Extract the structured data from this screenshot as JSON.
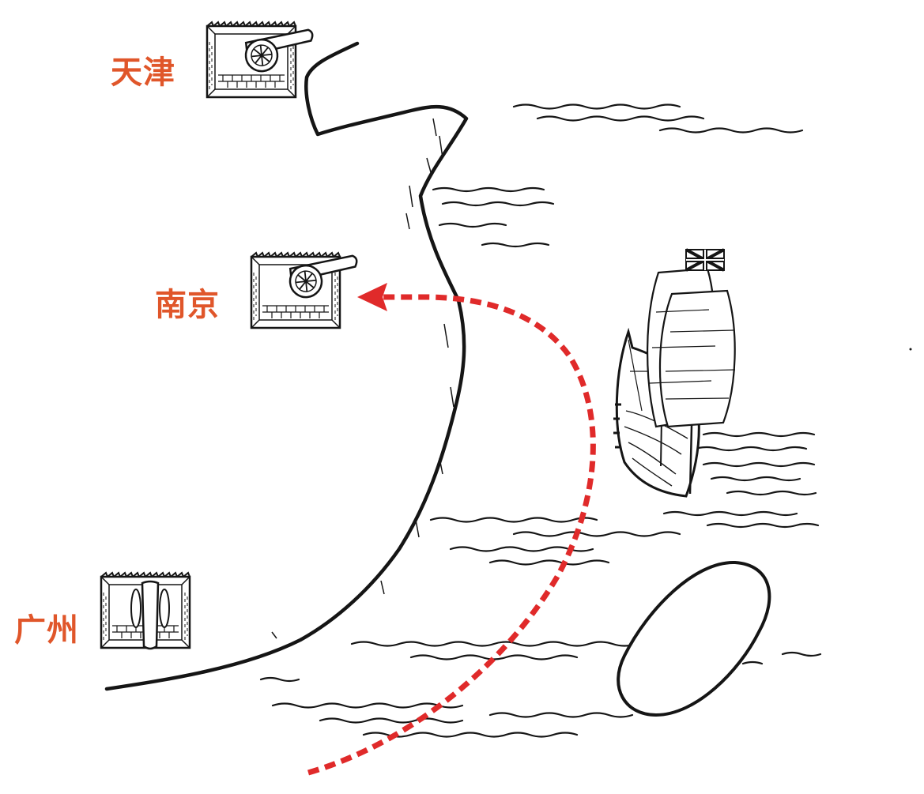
{
  "cities": [
    {
      "id": "tianjin",
      "name": "天津"
    },
    {
      "id": "nanjing",
      "name": "南京"
    },
    {
      "id": "guangzhou",
      "name": "广州"
    }
  ],
  "colors": {
    "label": "#e0562a",
    "route": "#e02a2a",
    "ink": "#151515",
    "paper": "#ffffff"
  },
  "icons": {
    "fortress": "cannon-fortress-icon",
    "ship": "sailing-ship-icon",
    "flag": "union-jack-flag-icon",
    "island": "island-icon",
    "route": "dashed-route-arrow"
  }
}
